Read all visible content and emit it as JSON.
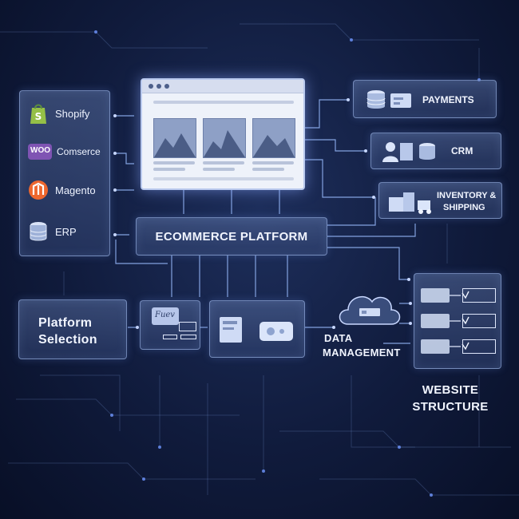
{
  "integrations": {
    "items": [
      {
        "label": "Shopify",
        "icon": "shopify-icon",
        "color": "#95bf47"
      },
      {
        "label": "Comserce",
        "logo_text": "WOO",
        "icon": "woocommerce-icon",
        "color": "#7f54b3"
      },
      {
        "label": "Magento",
        "icon": "magento-icon",
        "color": "#ee672f"
      },
      {
        "label": "ERP",
        "icon": "database-icon",
        "color": "#b9c8e8"
      }
    ]
  },
  "services": [
    {
      "label": "PAYMENTS",
      "icon": "payments-icon"
    },
    {
      "label": "CRM",
      "icon": "crm-icon"
    },
    {
      "label": "INVENTORY &",
      "label2": "SHIPPING",
      "icon": "shipping-icon"
    }
  ],
  "core": {
    "label": "ECOMMERCE PLATFORM"
  },
  "platform_selection": {
    "line1": "Platform",
    "line2": "Selection"
  },
  "tools": {
    "badge_text": "Fuev"
  },
  "data_management": {
    "line1": "DATA",
    "line2": "MANAGEMENT",
    "icon": "cloud-icon"
  },
  "website_structure": {
    "line1": "WEBSITE",
    "line2": "STRUCTURE",
    "icon": "sitemap-icon"
  },
  "colors": {
    "background": "#101b3c",
    "panel_border": "#aac3f5",
    "line": "#8fb0f0",
    "accent_glow": "#6f96ff"
  }
}
